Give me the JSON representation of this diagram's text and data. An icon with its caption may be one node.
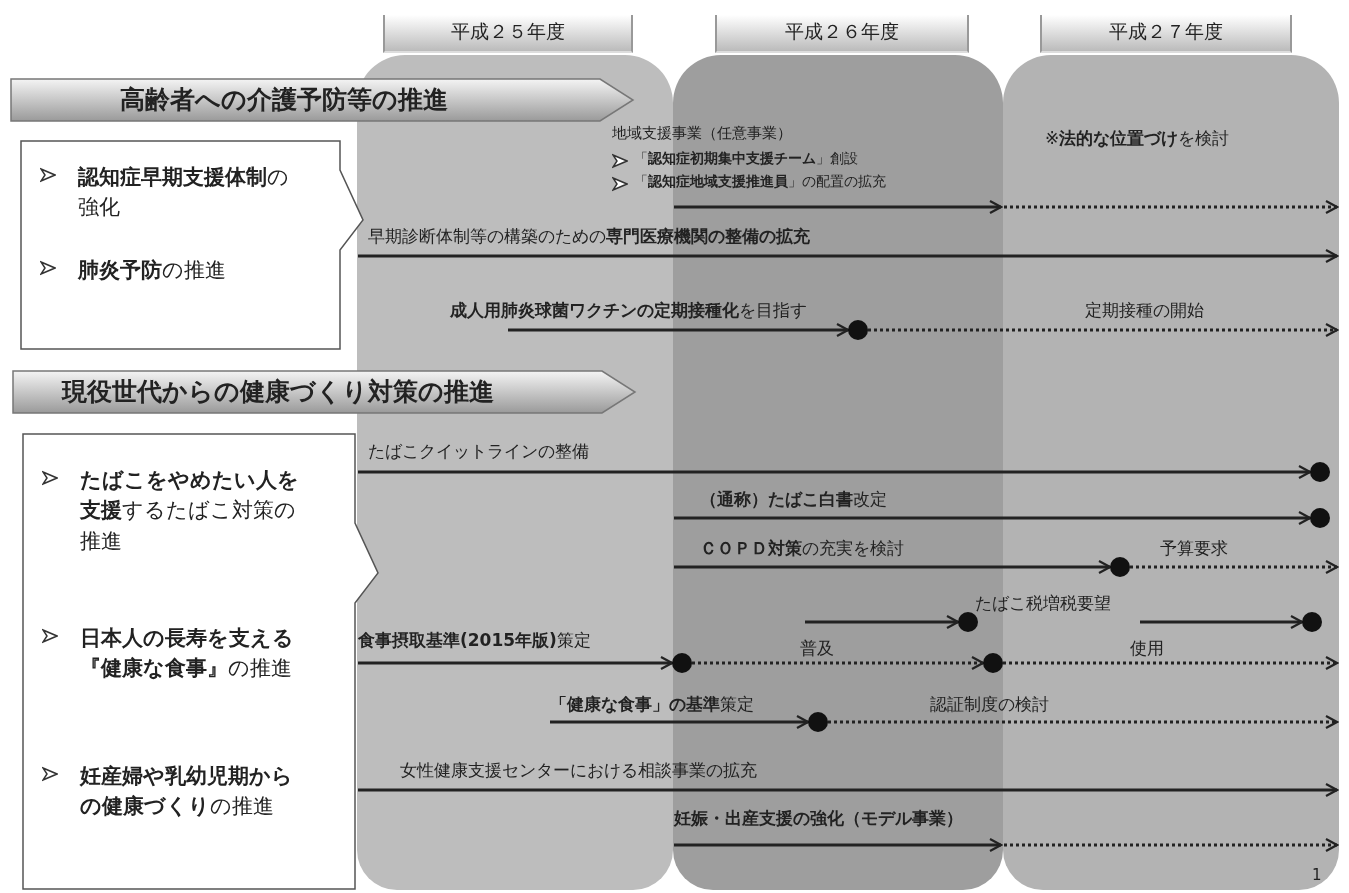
{
  "diagram": {
    "nodes": [
      {
        "text": [
          "平成２５年度"
        ]
      },
      {
        "text": [
          "平成２６年度"
        ]
      },
      {
        "text": [
          "平成２７年度"
        ]
      },
      {
        "text": [
          "高齢者への介護予防等の推進"
        ]
      },
      {
        "text": [
          "**認知症早期支援体制**の強化",
          "**肺炎予防**の推進"
        ]
      },
      {
        "text": [
          "現役世代からの健康づくり対策の推進"
        ]
      },
      {
        "text": [
          "**たばこをやめたい人を支援**するたばこ対策の推進",
          "**日本人の長寿を支える『健康な食事』**の推進",
          "**妊産婦や乳幼児期からの健康づくり**の推進"
        ]
      },
      {
        "text": [],
        "shape": "circle",
        "in": 1
      },
      {
        "text": [],
        "shape": "circle",
        "in": 2
      },
      {
        "text": [],
        "shape": "circle",
        "in": 2
      },
      {
        "text": [],
        "shape": "circle",
        "in": 2
      },
      {
        "text": [],
        "shape": "circle",
        "in": 1
      },
      {
        "text": [],
        "shape": "circle",
        "in": 2
      },
      {
        "text": [],
        "shape": "circle",
        "in": 1
      },
      {
        "text": [],
        "shape": "circle",
        "in": 1
      },
      {
        "text": [],
        "shape": "circle",
        "in": 1
      }
    ],
    "edges": [
      {
        "from": 1,
        "to": 2,
        "arrow": "to"
      },
      {
        "from": 1,
        "to": 2,
        "arrow": "to",
        "style": "dashed",
        "label": "※**法的な位置づけ**を検討"
      },
      {
        "from": 0,
        "to": 2,
        "arrow": "to",
        "label": "早期診断体制等の構築のための**専門医療機関の整備の拡充**"
      },
      {
        "from": 0,
        "to": 7,
        "arrow": "to",
        "label": "**成人用肺炎球菌ワクチンの定期接種化**を目指す"
      },
      {
        "from": 7,
        "to": 2,
        "arrow": "to",
        "style": "dashed",
        "label": "定期接種の開始"
      },
      {
        "from": 0,
        "to": 8,
        "arrow": "to",
        "label": "たばこクイットラインの整備"
      },
      {
        "from": 1,
        "to": 9,
        "arrow": "to",
        "label": "**（通称）たばこ白書**改定"
      },
      {
        "from": 1,
        "to": 10,
        "arrow": "to",
        "label": "**ＣＯＰＤ対策**の充実を検討"
      },
      {
        "from": 10,
        "to": 2,
        "arrow": "to",
        "style": "dashed",
        "label": "予算要求"
      },
      {
        "from": null,
        "to": 11,
        "arrow": "to"
      },
      {
        "from": null,
        "to": 12,
        "arrow": "to"
      },
      {
        "from": 0,
        "to": 13,
        "arrow": "to",
        "label": "**食事摂取基準(2015年版)**策定"
      },
      {
        "from": 13,
        "to": 14,
        "arrow": "to",
        "style": "dashed",
        "label": "普及"
      },
      {
        "from": 14,
        "to": 2,
        "arrow": "to",
        "style": "dashed",
        "label": "使用"
      },
      {
        "from": 0,
        "to": 15,
        "arrow": "to",
        "label": "**「健康な食事」の基準**策定"
      },
      {
        "from": 15,
        "to": 2,
        "arrow": "to",
        "style": "dashed",
        "label": "認証制度の検討"
      },
      {
        "from": 0,
        "to": 2,
        "arrow": "to",
        "label": "女性健康支援センターにおける相談事業の拡充"
      },
      {
        "from": 1,
        "to": 2,
        "arrow": "to",
        "label": "**妊娠・出産支援の強化（モデル事業）**"
      },
      {
        "from": 1,
        "to": 2,
        "arrow": "to",
        "style": "dashed"
      }
    ],
    "labels": [
      "地域支援事業（任意事業）",
      "「**認知症初期集中支援チーム**」創設",
      "「**認知症地域支援推進員**」の配置の拡充",
      "たばこ税増税要望",
      "1"
    ]
  }
}
